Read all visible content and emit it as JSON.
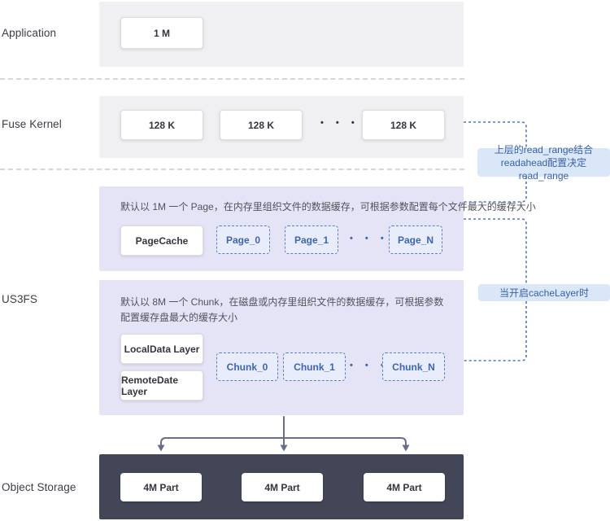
{
  "layers": {
    "application": {
      "label": "Application",
      "boxes": [
        "1 M"
      ]
    },
    "fuse_kernel": {
      "label": "Fuse Kernel",
      "boxes": [
        "128 K",
        "128 K",
        "128 K"
      ],
      "ellipsis": "• • •"
    },
    "us3fs": {
      "label": "US3FS",
      "page_section": {
        "description": "默认以 1M 一个 Page，在内存里组织文件的数据缓存，可根据参数配置每个文件最大的缓存大小",
        "cache_box": "PageCache",
        "dashed_boxes": [
          "Page_0",
          "Page_1",
          "Page_N"
        ],
        "ellipsis": "• • •"
      },
      "chunk_section": {
        "description": "默认以 8M 一个 Chunk，在磁盘或内存里组织文件的数据缓存，可根据参数配置缓存盘最大的缓存大小",
        "layer_boxes": [
          "LocalData Layer",
          "RemoteDate Layer"
        ],
        "dashed_boxes": [
          "Chunk_0",
          "Chunk_1",
          "Chunk_N"
        ],
        "ellipsis": "• • •"
      }
    },
    "object_storage": {
      "label": "Object Storage",
      "boxes": [
        "4M Part",
        "4M Part",
        "4M Part"
      ]
    }
  },
  "annotations": {
    "read_range": "上层的read_range结合readahead配置决定read_range",
    "cache_layer": "当开启cacheLayer时"
  },
  "colors": {
    "band_gray": "#f0f0f2",
    "band_purple": "#e4e4f6",
    "band_dark": "#424657",
    "annotation_bg": "#d9e7f8",
    "annotation_text": "#3a62a8",
    "dashed_box_border": "#5b7fc7",
    "dashed_box_text": "#3d64b5",
    "connector_blue": "#4a7bc4",
    "arrow_gray": "#696d88"
  }
}
